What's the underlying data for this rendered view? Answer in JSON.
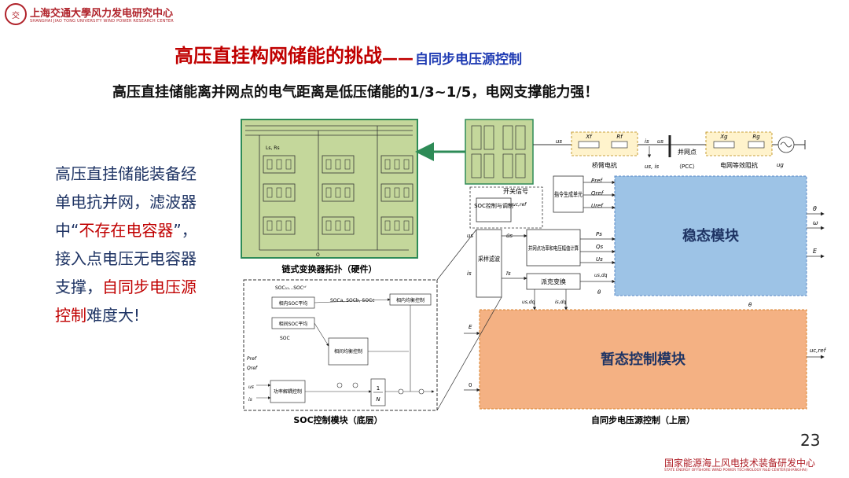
{
  "header": {
    "logo_seal": "交",
    "logo_text": "上海交通大學风力发电研究中心",
    "logo_sub": "SHANGHAI JIAO TONG UNIVERSITY WIND POWER RESEARCH CENTER"
  },
  "title": {
    "main": "高压直挂构网储能的挑战",
    "dash": "——",
    "sub": "自同步电压源控制"
  },
  "subtitle": "高压直挂储能离并网点的电气距离是低压储能的1/3~1/5，电网支撑能力强！",
  "side_text": {
    "part1": "高压直挂储能装备经单电抗并网，滤波器中“",
    "part2": "不存在电容器",
    "part3": "”，接入点电压无电容器支撑，",
    "part4": "自同步电压源控制",
    "part5": "难度大!"
  },
  "fig_hardware": {
    "caption": "链式变换器拓扑（硬件）",
    "label_Ls": "Ls, Rs",
    "label_O": "O"
  },
  "fig_soc": {
    "caption": "SOC控制模块（底层）",
    "top_label": "SOC₁₁...SOCᶜᶠ",
    "box_phase_avg_1": "相内SOC平均",
    "box_phase_avg_2": "相间SOC平均",
    "label_soc_abc": "SOCa, SOCb, SOCc",
    "box_inner_balance": "相内均衡控制",
    "label_soc": "SOC",
    "box_inter_balance": "相间均衡控制",
    "label_pref": "Pref",
    "label_qref": "Qref",
    "label_us": "us",
    "label_is": "is",
    "box_power_decouple": "功率解耦控制",
    "label_1": "1",
    "label_N": "N"
  },
  "fig_control": {
    "caption": "自同步电压源控制（上层）",
    "label_us": "us",
    "label_Xf_top": "Xf",
    "label_Rf_top": "Rf",
    "label_is": "is",
    "label_ug_pcc": "us",
    "label_pcc": "并网点",
    "label_pcc_sub": "（PCC）",
    "label_bridge_reactance": "桥臂电抗",
    "label_grid_impedance": "电网等效阻抗",
    "label_Xg": "Xg",
    "label_Rg": "Rg",
    "label_ug": "ug",
    "label_us_is": "us, is",
    "switch_signal": "开关信号",
    "box_soc_ctrl": "SOC控制与调制",
    "label_uc_ref": "uc,ref",
    "box_cmd_gen": "指令生成单元",
    "label_Pref": "Pref",
    "label_Qref": "Qref",
    "label_Uref": "Uref",
    "box_sample_filter": "采样滤波",
    "box_power_calc": "并网点功率和电压幅值计算",
    "box_park": "派克变换",
    "label_Ps": "Ps",
    "label_Qs": "Qs",
    "label_Us": "Us",
    "label_usdq_in": "us,dq",
    "label_theta": "θ",
    "label_omega": "ω",
    "label_E": "E",
    "steady_block": "稳态模块",
    "transient_block": "暂态控制模块",
    "label_E_left": "E",
    "label_0": "0",
    "label_uc_ref_out": "uc,ref",
    "label_theta_mid": "θ",
    "label_usdq": "us,dq",
    "label_isdq": "is,dq",
    "label_us_left": "us",
    "label_is_left": "is",
    "label_us_bar": "ūs",
    "label_is_bar": "īs"
  },
  "page_number": "23",
  "footer": {
    "text": "国家能源海上风电技术装备研发中心",
    "sub": "STATE ENERGY OFFSHORE WIND POWER TECHNOLOGY R&D CENTER(SHANGHAI)"
  },
  "colors": {
    "title_red": "#c00000",
    "title_blue": "#1f3bb3",
    "side_navy": "#1f3464",
    "green_fill": "#c4d79b",
    "steady_blue": "#9dc3e6",
    "transient_orange": "#f4b183"
  }
}
